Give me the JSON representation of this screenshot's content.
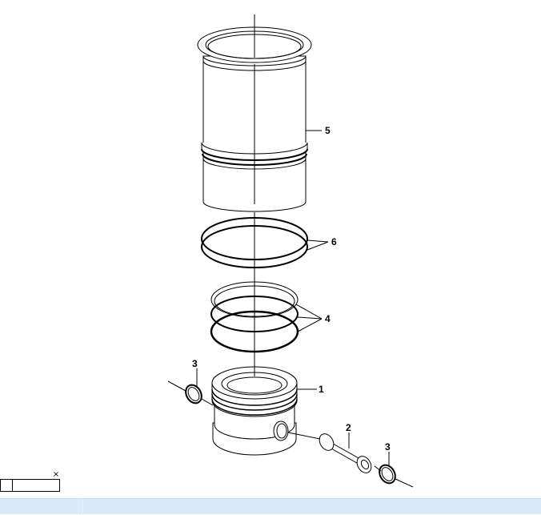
{
  "diagram": {
    "callouts": {
      "piston": "1",
      "piston_pin": "2",
      "circlip_left": "3",
      "circlip_right": "3",
      "piston_rings": "4",
      "cylinder_liner": "5",
      "liner_seal_rings": "6"
    }
  },
  "mini_panel": {
    "close_glyph": "×"
  },
  "colors": {
    "line": "#000000",
    "status_bar": "#dbe9f8"
  }
}
